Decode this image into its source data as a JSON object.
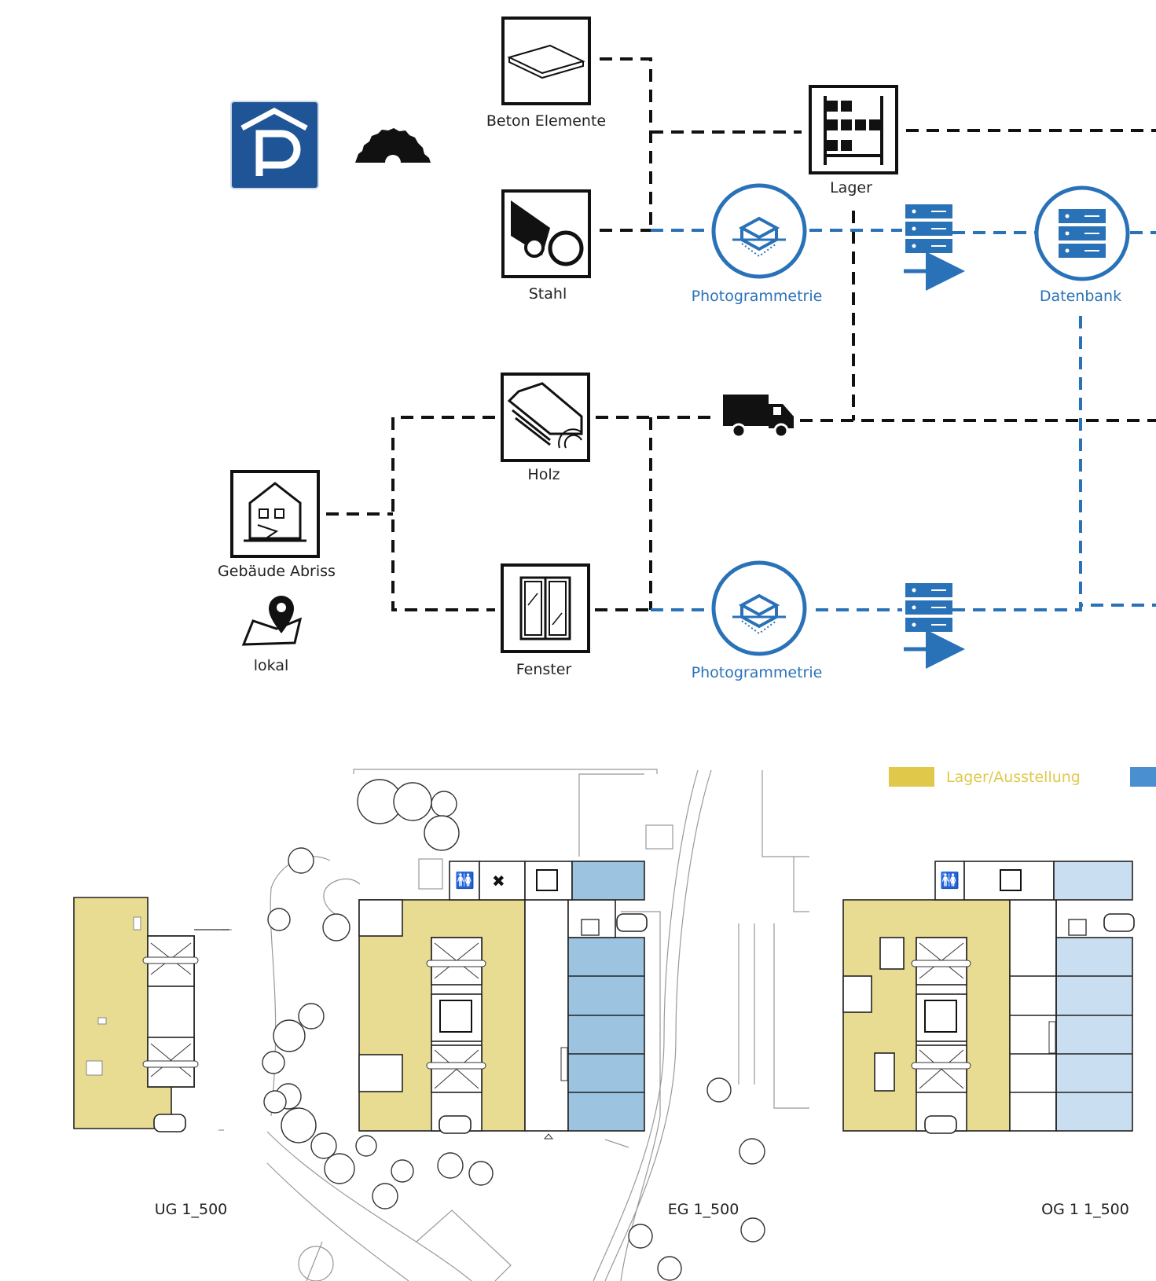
{
  "colors": {
    "black": "#111111",
    "blue": "#2a72b8",
    "parking_blue": "#1f5597",
    "yellow_zone": "#e8dc93",
    "blue_zone": "#9cc3e0",
    "light_blue_zone": "#c9def0"
  },
  "diagram": {
    "nodes": {
      "beton": "Beton Elemente",
      "stahl": "Stahl",
      "lager": "Lager",
      "photo_top": "Photogrammetrie",
      "datenbank": "Datenbank",
      "holz": "Holz",
      "gebaeude": "Gebäude Abriss",
      "lokal": "lokal",
      "fenster": "Fenster",
      "photo_bottom": "Photogrammetrie"
    },
    "icons": [
      "parking-icon",
      "saw-blade-icon",
      "concrete-slab-icon",
      "steel-pipes-icon",
      "storage-rack-icon",
      "photogrammetry-icon",
      "server-icon",
      "database-icon",
      "wood-planks-icon",
      "truck-icon",
      "demolition-house-icon",
      "map-pin-icon",
      "window-icon"
    ]
  },
  "legend": {
    "lager": "Lager/Ausstellung"
  },
  "plans": {
    "ug": "UG 1_500",
    "eg": "EG 1_500",
    "og": "OG 1 1_500"
  }
}
